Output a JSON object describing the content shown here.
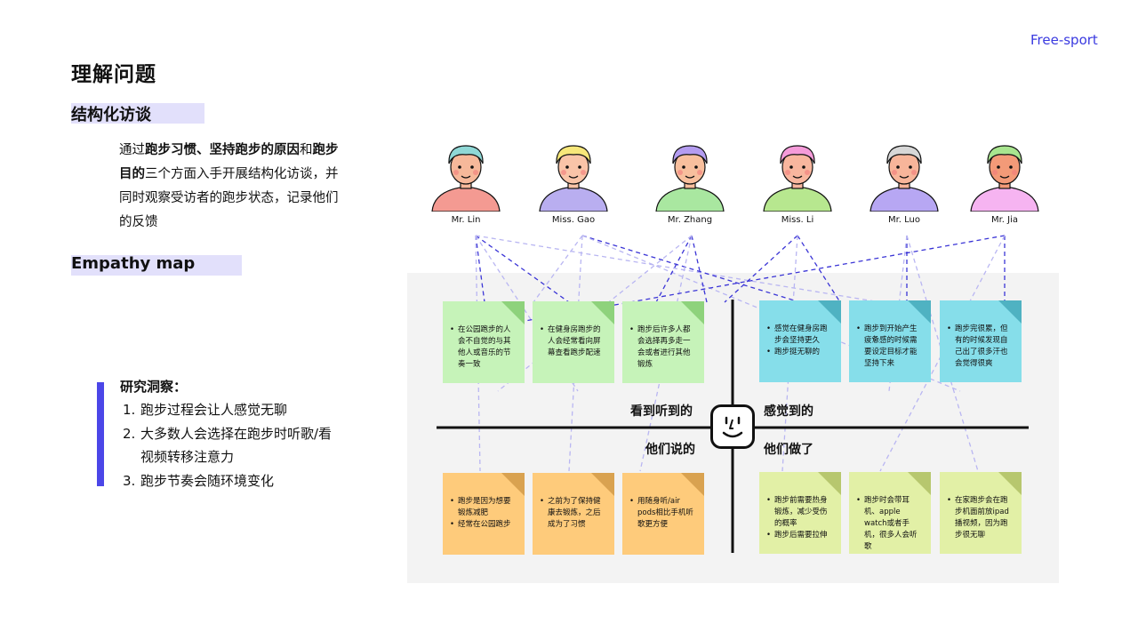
{
  "brand": "Free-sport",
  "page_title": "理解问题",
  "section_structured": "结构化访谈",
  "intro": {
    "b1": "跑步习惯、坚持跑步的原因",
    "pre": "通过",
    "t1": "和",
    "b2": "跑步目的",
    "t2": "三个方面入手开展结构化访谈，并同时观察受访者的跑步状态，记录他们的反馈"
  },
  "section_empathy": "Empathy map",
  "insights": {
    "title": "研究洞察：",
    "items": [
      {
        "num": "1.",
        "text": "跑步过程会让人感觉无聊"
      },
      {
        "num": "2.",
        "text": "大多数人会选择在跑步时听歌/看视频转移注意力"
      },
      {
        "num": "3.",
        "text": "跑步节奏会随环境变化"
      }
    ]
  },
  "personas": [
    {
      "name": "Mr. Lin",
      "hair": "#8fd8d6",
      "skin": "#f6b89a",
      "shirt": "#f49a92"
    },
    {
      "name": "Miss. Gao",
      "hair": "#f7e77a",
      "skin": "#f9c4a8",
      "shirt": "#b9aef0"
    },
    {
      "name": "Mr. Zhang",
      "hair": "#b49cf0",
      "skin": "#f8bf9d",
      "shirt": "#a9e7a0"
    },
    {
      "name": "Miss. Li",
      "hair": "#f59bd9",
      "skin": "#f8b69e",
      "shirt": "#b7e78f"
    },
    {
      "name": "Mr. Luo",
      "hair": "#d7d7d7",
      "skin": "#f7b59a",
      "shirt": "#b7a7f3"
    },
    {
      "name": "Mr. Jia",
      "hair": "#a8e58f",
      "skin": "#f39a78",
      "shirt": "#f6b4f1"
    }
  ],
  "quadrants": {
    "see_hear": "看到听到的",
    "feel": "感觉到的",
    "say": "他们说的",
    "do": "他们做了"
  },
  "notes": {
    "see_hear": [
      {
        "items": [
          "在公园跑步的人会不自觉的与其他人或音乐的节奏一致"
        ]
      },
      {
        "items": [
          "在健身房跑步的人会经常看向屏幕查看跑步配速"
        ]
      },
      {
        "items": [
          "跑步后许多人都会选择再多走一会或者进行其他锻炼"
        ]
      }
    ],
    "feel": [
      {
        "items": [
          "感觉在健身房跑步会坚持更久",
          "跑步挺无聊的"
        ]
      },
      {
        "items": [
          "跑步到开始产生疲惫感的时候需要设定目标才能坚持下来"
        ]
      },
      {
        "items": [
          "跑步完很累，但有的时候发现自己出了很多汗也会觉得很爽"
        ]
      }
    ],
    "say": [
      {
        "items": [
          "跑步是因为想要锻炼减肥",
          "经常在公园跑步"
        ]
      },
      {
        "items": [
          "之前为了保持健康去锻炼，之后成为了习惯"
        ]
      },
      {
        "items": [
          "用随身听/air pods相比手机听歌更方便"
        ]
      }
    ],
    "do": [
      {
        "items": [
          "跑步前需要热身锻炼，减少受伤的概率",
          "跑步后需要拉伸"
        ]
      },
      {
        "items": [
          "跑步时会带耳机、apple watch或者手机，很多人会听歌"
        ]
      },
      {
        "items": [
          "在家跑步会在跑步机面前放ipad播视频，因为跑步很无聊"
        ]
      }
    ]
  },
  "colors": {
    "accent": "#4b46e8",
    "highlight": "#e2e0fb",
    "note_green": "#c6f3b9",
    "note_cyan": "#86deea",
    "note_orange": "#fecb7b",
    "note_lime": "#e2f0a6",
    "panel": "#f3f3f3",
    "connector": "#3b35d6"
  }
}
